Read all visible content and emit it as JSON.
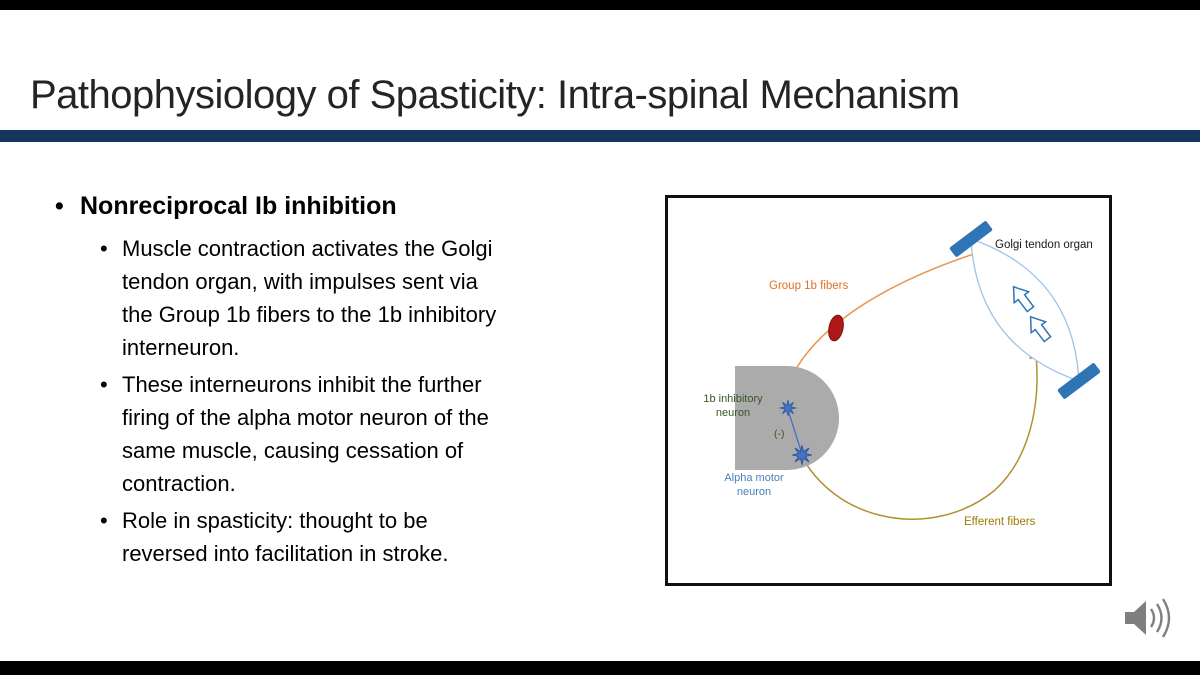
{
  "slide": {
    "title": "Pathophysiology of Spasticity: Intra-spinal Mechanism",
    "accent_rule_color": "#17365D",
    "bullets": {
      "marker": "•",
      "heading": "Nonreciprocal Ib inhibition",
      "items": [
        "Muscle contraction activates the Golgi tendon organ, with impulses sent via the Group 1b fibers to the 1b inhibitory interneuron.",
        "These interneurons inhibit the further firing of the alpha motor neuron of the same muscle, causing cessation of contraction.",
        "Role in spasticity: thought to be reversed into facilitation in stroke."
      ]
    },
    "diagram": {
      "labels": {
        "golgi_tendon_organ": "Golgi tendon organ",
        "group_1b_fibers": "Group 1b fibers",
        "inhibitory_neuron_line1": "1b inhibitory",
        "inhibitory_neuron_line2": "neuron",
        "minus_sign": "(-)",
        "alpha_motor_neuron_line1": "Alpha motor",
        "alpha_motor_neuron_line2": "neuron",
        "efferent_fibers": "Efferent fibers"
      },
      "colors": {
        "group_1b_label": "#E2711D",
        "group_1b_fiber": "#E8954F",
        "inhibitory_label": "#375623",
        "alpha_label": "#4A7EBB",
        "efferent_label": "#9C7A00",
        "efferent_fiber": "#B3912F",
        "red_synapse": "#AE1917",
        "soma_gray": "#ABABAB",
        "muscle_blue": "#2E75B6",
        "spindle_outline_blue": "#9DC3E6",
        "synapse_burst_blue": "#4472C4"
      }
    },
    "icons": {
      "audio": "speaker-with-sound-waves"
    }
  }
}
